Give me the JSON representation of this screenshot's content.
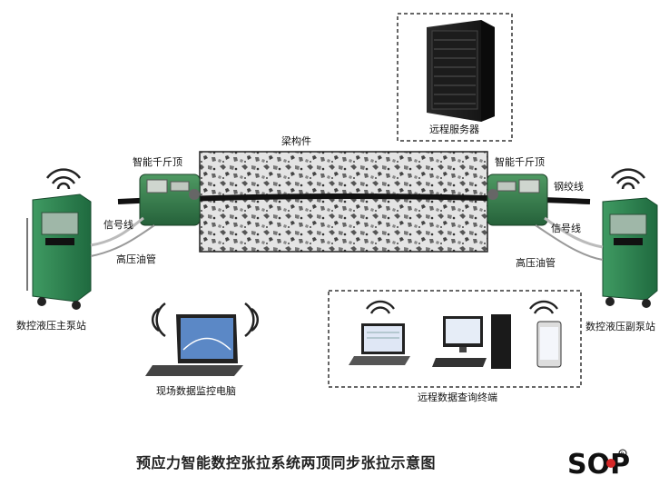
{
  "labels": {
    "remote_server": "远程服务器",
    "beam": "梁构件",
    "jack_left": "智能千斤顶",
    "jack_right": "智能千斤顶",
    "strand": "钢绞线",
    "signal_left": "信号线",
    "signal_right": "信号线",
    "oil_left": "高压油管",
    "oil_right": "高压油管",
    "main_pump": "数控液压主泵站",
    "sub_pump": "数控液压副泵站",
    "site_pc": "现场数据监控电脑",
    "remote_terminal": "远程数据查询终端"
  },
  "caption": "预应力智能数控张拉系统两顶同步张拉示意图",
  "logo": {
    "text": "SOP",
    "trademark": "R"
  },
  "colors": {
    "pump_green": "#2e7d4f",
    "jack_green": "#3b7a4a",
    "concrete": "#cfcfcf",
    "strand": "#111111",
    "dashed": "#333333",
    "logo_red": "#d62828"
  },
  "icons": [
    "wifi-icon",
    "server-icon",
    "laptop-icon",
    "desktop-icon",
    "phone-icon"
  ]
}
